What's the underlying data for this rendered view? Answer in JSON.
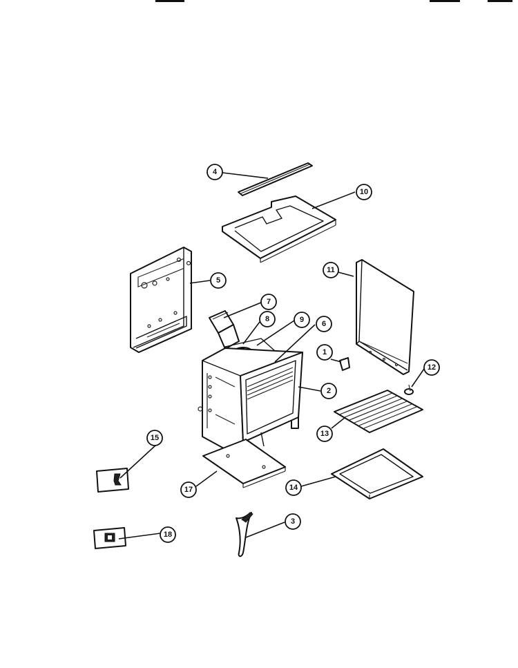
{
  "callouts": [
    {
      "id": "p1",
      "label": "1"
    },
    {
      "id": "p2",
      "label": "2"
    },
    {
      "id": "p3",
      "label": "3"
    },
    {
      "id": "p4",
      "label": "4"
    },
    {
      "id": "p5",
      "label": "5"
    },
    {
      "id": "p6",
      "label": "6"
    },
    {
      "id": "p7",
      "label": "7"
    },
    {
      "id": "p8",
      "label": "8"
    },
    {
      "id": "p9",
      "label": "9"
    },
    {
      "id": "p10",
      "label": "10"
    },
    {
      "id": "p11",
      "label": "11"
    },
    {
      "id": "p12",
      "label": "12"
    },
    {
      "id": "p13",
      "label": "13"
    },
    {
      "id": "p14",
      "label": "14"
    },
    {
      "id": "p15",
      "label": "15"
    },
    {
      "id": "p17",
      "label": "17"
    },
    {
      "id": "p18",
      "label": "18"
    }
  ]
}
